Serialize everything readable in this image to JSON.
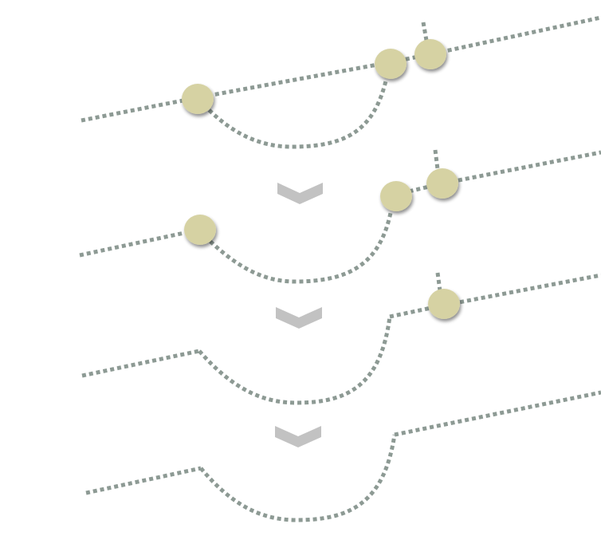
{
  "colors": {
    "line": "#8d9a94",
    "node": "#d6d2a3",
    "arrow": "#c2c2c2",
    "background": "#ffffff"
  },
  "steps": [
    {
      "nodes": 3,
      "has_loop": true
    },
    {
      "nodes": 3,
      "has_loop": true
    },
    {
      "nodes": 1,
      "has_loop": true
    },
    {
      "nodes": 0,
      "has_loop": true
    }
  ],
  "transition_icon": "chevron-down-icon"
}
